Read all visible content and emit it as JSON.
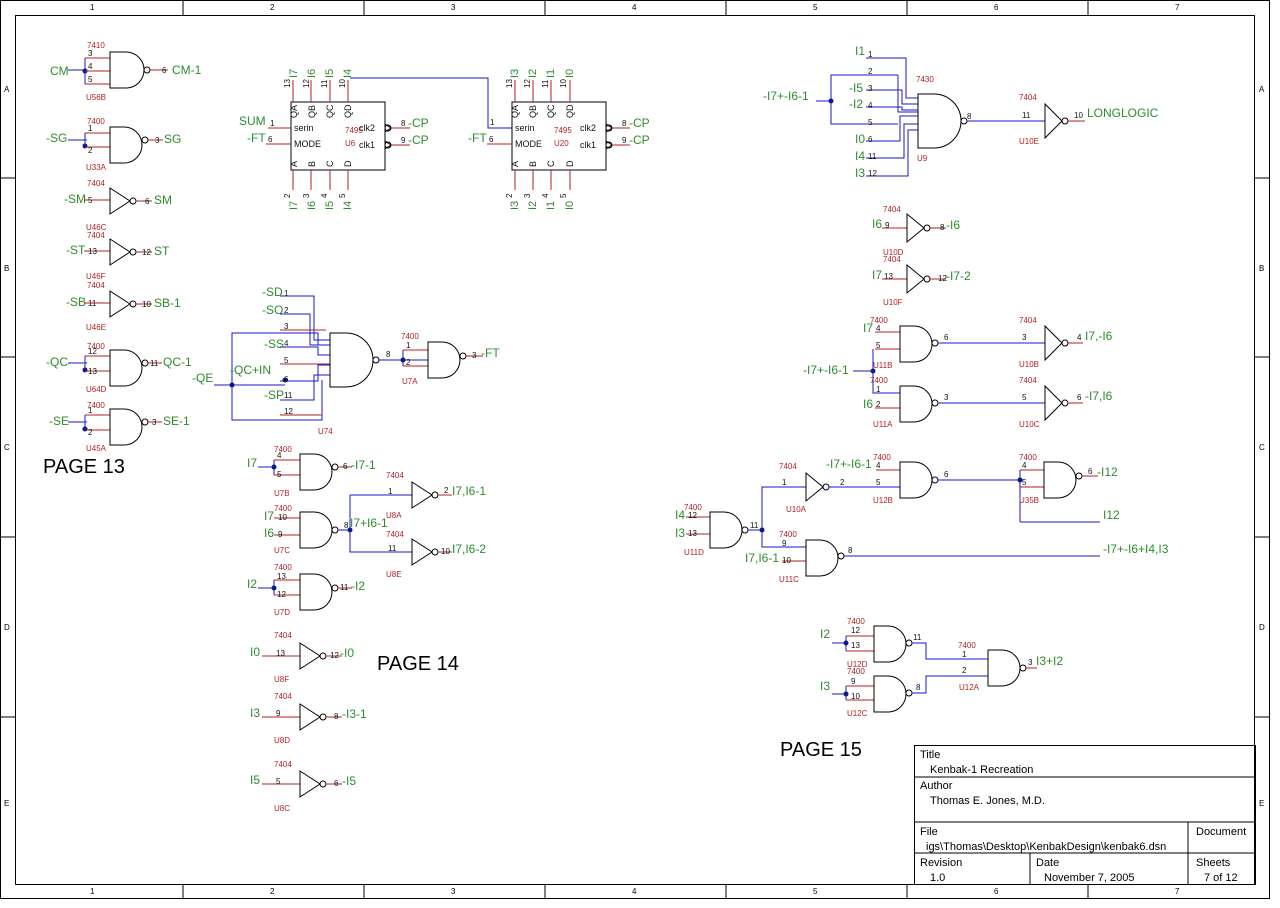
{
  "border": {
    "columns": [
      "1",
      "2",
      "3",
      "4",
      "5",
      "6",
      "7"
    ],
    "rows": [
      "A",
      "B",
      "C",
      "D",
      "E"
    ]
  },
  "page_labels": {
    "p13": "PAGE 13",
    "p14": "PAGE 14",
    "p15": "PAGE 15"
  },
  "title_block": {
    "title_label": "Title",
    "title_value": "Kenbak-1 Recreation",
    "author_label": "Author",
    "author_value": "Thomas E. Jones, M.D.",
    "file_label": "File",
    "file_value": "igs\\Thomas\\Desktop\\KenbakDesign\\kenbak6.dsn",
    "document_label": "Document",
    "revision_label": "Revision",
    "revision_value": "1.0",
    "date_label": "Date",
    "date_value": "November 7, 2005",
    "sheets_label": "Sheets",
    "sheets_value": "7 of 12"
  },
  "page13": {
    "g1": {
      "type": "7410",
      "ref": "U56B",
      "in": [
        "CM"
      ],
      "pins": [
        "3",
        "4",
        "5"
      ],
      "outpin": "6",
      "out": "CM-1"
    },
    "g2": {
      "type": "7400",
      "ref": "U33A",
      "in": [
        "-SG"
      ],
      "pins": [
        "1",
        "2"
      ],
      "outpin": "3",
      "out": "SG"
    },
    "g3": {
      "type": "7404",
      "ref": "U46C",
      "in": [
        "-SM"
      ],
      "pins": [
        "5"
      ],
      "outpin": "6",
      "out": "SM"
    },
    "g4": {
      "type": "7404",
      "ref": "U46F",
      "in": [
        "-ST"
      ],
      "pins": [
        "13"
      ],
      "outpin": "12",
      "out": "ST"
    },
    "g5": {
      "type": "7404",
      "ref": "U46E",
      "in": [
        "-SB"
      ],
      "pins": [
        "11"
      ],
      "outpin": "10",
      "out": "SB-1"
    },
    "g6": {
      "type": "7400",
      "ref": "U64D",
      "in": [
        "-QC"
      ],
      "pins": [
        "12",
        "13"
      ],
      "outpin": "11",
      "out": "QC-1"
    },
    "g7": {
      "type": "7400",
      "ref": "U45A",
      "in": [
        "-SE"
      ],
      "pins": [
        "1",
        "2"
      ],
      "outpin": "3",
      "out": "SE-1"
    }
  },
  "shift_regs": {
    "u6": {
      "type": "7495",
      "ref": "U6",
      "top_pins": [
        "13",
        "12",
        "11",
        "10"
      ],
      "top_nets": [
        "I7",
        "I6",
        "I5",
        "I4"
      ],
      "top_names": [
        "QA",
        "QB",
        "QC",
        "QD"
      ],
      "bot_pins": [
        "2",
        "3",
        "4",
        "5"
      ],
      "bot_nets": [
        "I7",
        "I6",
        "I5",
        "I4"
      ],
      "bot_names": [
        "A",
        "B",
        "C",
        "D"
      ],
      "serin_net": "SUM",
      "serin_pin": "1",
      "serin_label": "serin",
      "mode_net": "-FT",
      "mode_pin": "6",
      "mode_label": "MODE",
      "clk2_label": "clk2",
      "clk2_pin": "8",
      "clk2_net": "-CP",
      "clk1_label": "clk1",
      "clk1_pin": "9",
      "clk1_net": "-CP"
    },
    "u20": {
      "type": "7495",
      "ref": "U20",
      "top_pins": [
        "13",
        "12",
        "11",
        "10"
      ],
      "top_nets": [
        "I3",
        "I2",
        "I1",
        "I0"
      ],
      "top_names": [
        "QA",
        "QB",
        "QC",
        "QD"
      ],
      "bot_pins": [
        "2",
        "3",
        "4",
        "5"
      ],
      "bot_nets": [
        "I3",
        "I2",
        "I1",
        "I0"
      ],
      "bot_names": [
        "A",
        "B",
        "C",
        "D"
      ],
      "serin_pin": "1",
      "serin_label": "serin",
      "mode_net": "-FT",
      "mode_pin": "6",
      "mode_label": "MODE",
      "clk2_label": "clk2",
      "clk2_pin": "8",
      "clk2_net": "-CP",
      "clk1_label": "clk1",
      "clk1_pin": "9",
      "clk1_net": "-CP"
    }
  },
  "page14": {
    "u74": {
      "type": "7430",
      "ref": "U74",
      "in_nets": [
        "-SD",
        "-SO",
        "-SS",
        "-QC+IN",
        "-SP"
      ],
      "pins": [
        "1",
        "2",
        "3",
        "4",
        "5",
        "6",
        "11",
        "12"
      ],
      "outpin": "8",
      "qe_net": "-QE"
    },
    "u7a": {
      "type": "7400",
      "ref": "U7A",
      "pins": [
        "1",
        "2"
      ],
      "outpin": "3",
      "out": "-FT"
    },
    "u7b": {
      "type": "7400",
      "ref": "U7B",
      "in": [
        "I7"
      ],
      "pins": [
        "4",
        "5"
      ],
      "outpin": "6",
      "out": "-I7-1"
    },
    "u7c": {
      "type": "7400",
      "ref": "U7C",
      "in": [
        "I7",
        "I6"
      ],
      "pins": [
        "10",
        "9"
      ],
      "outpin": "8",
      "out": "I7+I6-1"
    },
    "u8a": {
      "type": "7404",
      "ref": "U8A",
      "pins": [
        "1"
      ],
      "outpin": "2",
      "out": "I7,I6-1"
    },
    "u8e": {
      "type": "7404",
      "ref": "U8E",
      "pins": [
        "11"
      ],
      "outpin": "10",
      "out": "I7,I6-2"
    },
    "u7d": {
      "type": "7400",
      "ref": "U7D",
      "in": [
        "I2"
      ],
      "pins": [
        "13",
        "12"
      ],
      "outpin": "11",
      "out": "-I2"
    },
    "u8f": {
      "type": "7404",
      "ref": "U8F",
      "in": [
        "I0"
      ],
      "pins": [
        "13"
      ],
      "outpin": "12",
      "out": "-I0"
    },
    "u8d": {
      "type": "7404",
      "ref": "U8D",
      "in": [
        "I3"
      ],
      "pins": [
        "9"
      ],
      "outpin": "8",
      "out": "-I3-1"
    },
    "u8c": {
      "type": "7404",
      "ref": "U8C",
      "in": [
        "I5"
      ],
      "pins": [
        "5"
      ],
      "outpin": "6",
      "out": "-I5"
    }
  },
  "page15": {
    "u9": {
      "type": "7430",
      "ref": "U9",
      "in_nets": [
        "I1",
        "-I5",
        "-I2",
        "I0",
        "I4",
        "I3"
      ],
      "in_pins": [
        "1",
        "3",
        "4",
        "6",
        "11",
        "12"
      ],
      "extra_pins": [
        "2",
        "5"
      ],
      "outpin": "8",
      "bus_net": "-I7+-I6-1"
    },
    "u10e": {
      "type": "7404",
      "ref": "U10E",
      "pins": [
        "11"
      ],
      "outpin": "10",
      "out": "LONGLOGIC"
    },
    "u10d": {
      "type": "7404",
      "ref": "U10D",
      "in": [
        "I6"
      ],
      "pins": [
        "9"
      ],
      "outpin": "8",
      "out": "-I6"
    },
    "u10f": {
      "type": "7404",
      "ref": "U10F",
      "in": [
        "I7"
      ],
      "pins": [
        "13"
      ],
      "outpin": "12",
      "out": "-I7-2"
    },
    "u11b": {
      "type": "7400",
      "ref": "U11B",
      "in": [
        "I7"
      ],
      "pins": [
        "4",
        "5"
      ],
      "outpin": "6",
      "bus_net": "-I7+-I6-1"
    },
    "u10b": {
      "type": "7404",
      "ref": "U10B",
      "pins": [
        "3"
      ],
      "outpin": "4",
      "out": "I7,-I6"
    },
    "u11a": {
      "type": "7400",
      "ref": "U11A",
      "in": [
        "I6"
      ],
      "pins": [
        "1",
        "2"
      ],
      "outpin": "3"
    },
    "u10c": {
      "type": "7404",
      "ref": "U10C",
      "pins": [
        "5"
      ],
      "outpin": "6",
      "out": "-I7,I6"
    },
    "u10a": {
      "type": "7404",
      "ref": "U10A",
      "pins": [
        "1"
      ],
      "outpin": "2"
    },
    "u12b": {
      "type": "7400",
      "ref": "U12B",
      "in": [
        "-I7+-I6-1"
      ],
      "pins": [
        "4",
        "5"
      ],
      "outpin": "6"
    },
    "u35b": {
      "type": "7400",
      "ref": "U35B",
      "pins": [
        "4",
        "5"
      ],
      "outpin": "6",
      "out": "-I12",
      "aux": "I12"
    },
    "u11d": {
      "type": "7400",
      "ref": "U11D",
      "in": [
        "I4",
        "I3"
      ],
      "pins": [
        "12",
        "13"
      ],
      "outpin": "11"
    },
    "u11c": {
      "type": "7400",
      "ref": "U11C",
      "in": [
        "I7,I6-1"
      ],
      "pins": [
        "9",
        "10"
      ],
      "outpin": "8",
      "out": "-I7+-I6+I4,I3"
    },
    "u12d": {
      "type": "7400",
      "ref": "U12D",
      "in": [
        "I2"
      ],
      "pins": [
        "12",
        "13"
      ],
      "outpin": "11"
    },
    "u12c": {
      "type": "7400",
      "ref": "U12C",
      "in": [
        "I3"
      ],
      "pins": [
        "9",
        "10"
      ],
      "outpin": "8"
    },
    "u12a": {
      "type": "7400",
      "ref": "U12A",
      "pins": [
        "1",
        "2"
      ],
      "outpin": "3",
      "out": "I3+I2"
    }
  }
}
